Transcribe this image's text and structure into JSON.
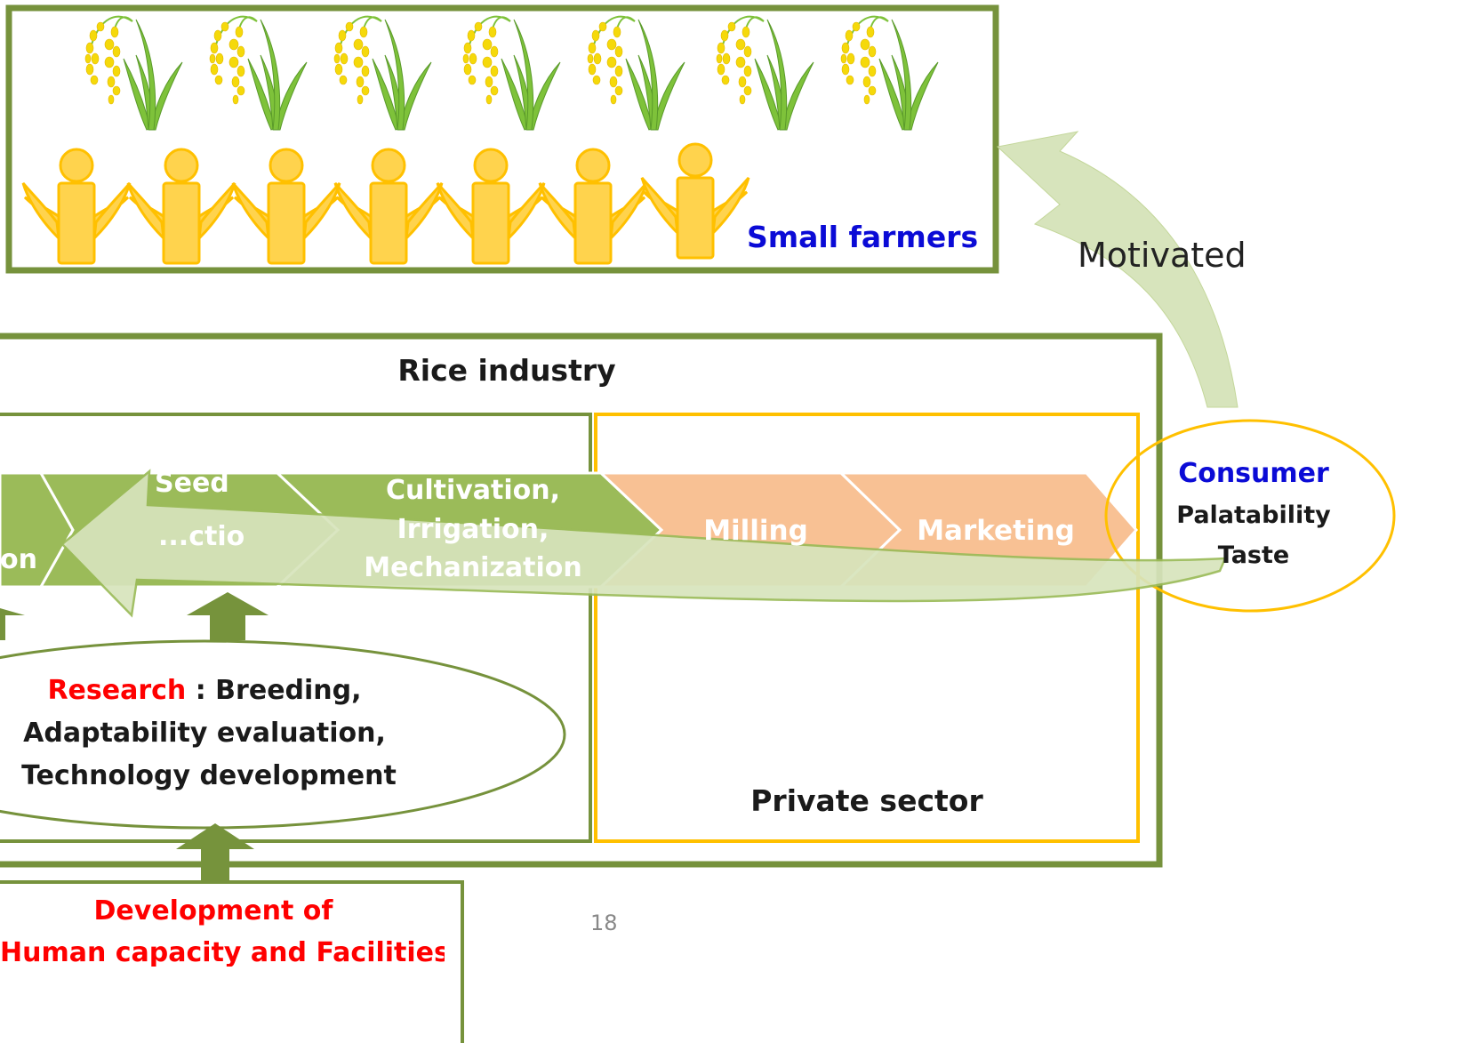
{
  "small_farmers": {
    "label": "Small farmers",
    "color": "#0b0bd6"
  },
  "motivated_label": "Motivated",
  "rice_industry": {
    "title": "Rice industry"
  },
  "value_chain": {
    "public_steps": [
      {
        "label": "on"
      },
      {
        "label_line1": "Seed",
        "label_line2": "...ctio"
      },
      {
        "label_line1": "Cultivation,",
        "label_line2": "Irrigation,",
        "label_line3": "Mechanization"
      }
    ],
    "private_steps": [
      {
        "label": "Milling"
      },
      {
        "label": "Marketing"
      }
    ],
    "public_color": "#9bbb59",
    "private_color": "#f8c194"
  },
  "consumer": {
    "title": "Consumer",
    "line1": "Palatability",
    "line2": "Taste",
    "title_color": "#0b0bd6",
    "border_color": "#ffc000"
  },
  "research": {
    "keyword": "Research",
    "rest_line1": " : Breeding,",
    "line2": "Adaptability evaluation,",
    "line3": "Technology development",
    "keyword_color": "#ff0000"
  },
  "private_sector": {
    "label": "Private sector",
    "border_color": "#ffc000"
  },
  "development": {
    "line1": "Development of",
    "line2": "Human capacity and Facilities",
    "color": "#ff0000"
  },
  "page_number": "18",
  "colors": {
    "frame_green": "#76923c",
    "arrow_dark_green": "#76933c",
    "feedback_arrow_fill": "#d7e4bc",
    "person_fill": "#ffd34d",
    "person_stroke": "#ffc000",
    "grain_yellow": "#f5d90a",
    "leaf_green": "#7ec23a"
  },
  "icons": {
    "plant": "rice-plant-icon",
    "person": "farmer-person-icon"
  }
}
